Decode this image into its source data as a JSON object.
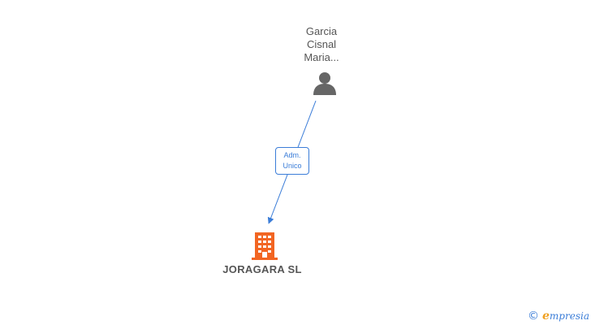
{
  "colors": {
    "edge": "#3b7dd8",
    "person": "#666666",
    "company": "#f26522",
    "text": "#555555",
    "brand_accent": "#f0a020"
  },
  "person": {
    "name_lines": [
      "Garcia",
      "Cisnal",
      "Maria..."
    ],
    "icon": "person-icon"
  },
  "relation": {
    "label_lines": [
      "Adm.",
      "Unico"
    ]
  },
  "company": {
    "name": "JORAGARA SL",
    "icon": "building-icon"
  },
  "footer": {
    "copyright_symbol": "©",
    "brand_initial": "e",
    "brand_rest": "mpresia"
  }
}
